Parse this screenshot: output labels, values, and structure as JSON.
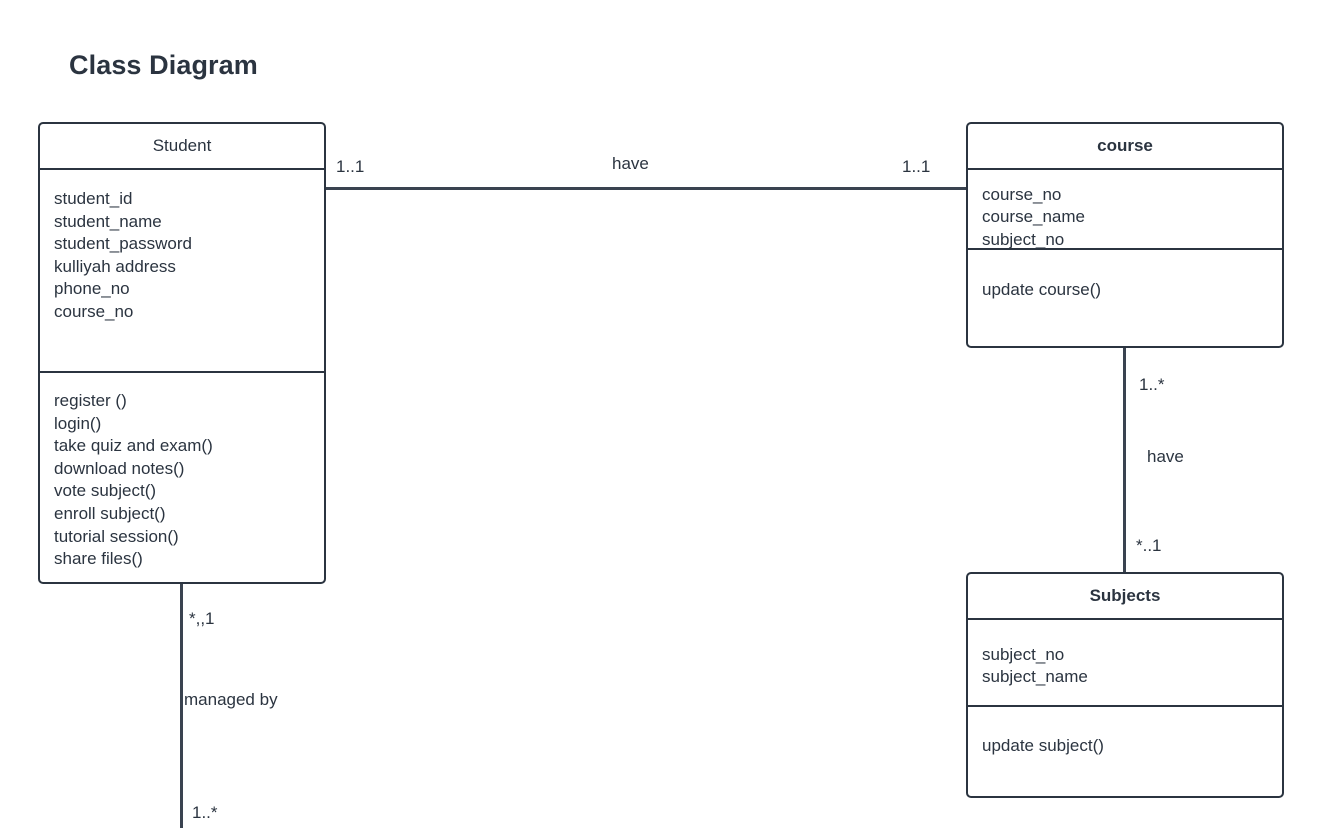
{
  "title": "Class Diagram",
  "classes": [
    {
      "id": "student",
      "name": "Student",
      "name_bold": false,
      "attributes": [
        "student_id",
        "student_name",
        "student_password",
        "kulliyah address",
        "phone_no",
        "course_no"
      ],
      "operations": [
        "register ()",
        "login()",
        "take quiz and exam()",
        "download notes()",
        "vote subject()",
        "enroll subject()",
        "tutorial session()",
        "share files()"
      ]
    },
    {
      "id": "course",
      "name": "course",
      "name_bold": true,
      "attributes": [
        "course_no",
        "course_name",
        "subject_no"
      ],
      "operations": [
        "update course()"
      ]
    },
    {
      "id": "subjects",
      "name": "Subjects",
      "name_bold": true,
      "attributes": [
        "subject_no",
        "subject_name"
      ],
      "operations": [
        "update subject()"
      ]
    }
  ],
  "relationships": [
    {
      "id": "student-course",
      "label": "have",
      "source_multiplicity": "1..1",
      "target_multiplicity": "1..1",
      "orientation": "horizontal"
    },
    {
      "id": "course-subjects",
      "label": "have",
      "source_multiplicity": "1..*",
      "target_multiplicity": "*..1",
      "orientation": "vertical"
    },
    {
      "id": "student-managed",
      "label": "managed by",
      "source_multiplicity": "*,,1",
      "target_multiplicity": "1..*",
      "orientation": "vertical"
    }
  ],
  "colors": {
    "stroke": "#2b3440",
    "connector": "#3a4350",
    "background": "#ffffff",
    "text": "#2b3440"
  }
}
